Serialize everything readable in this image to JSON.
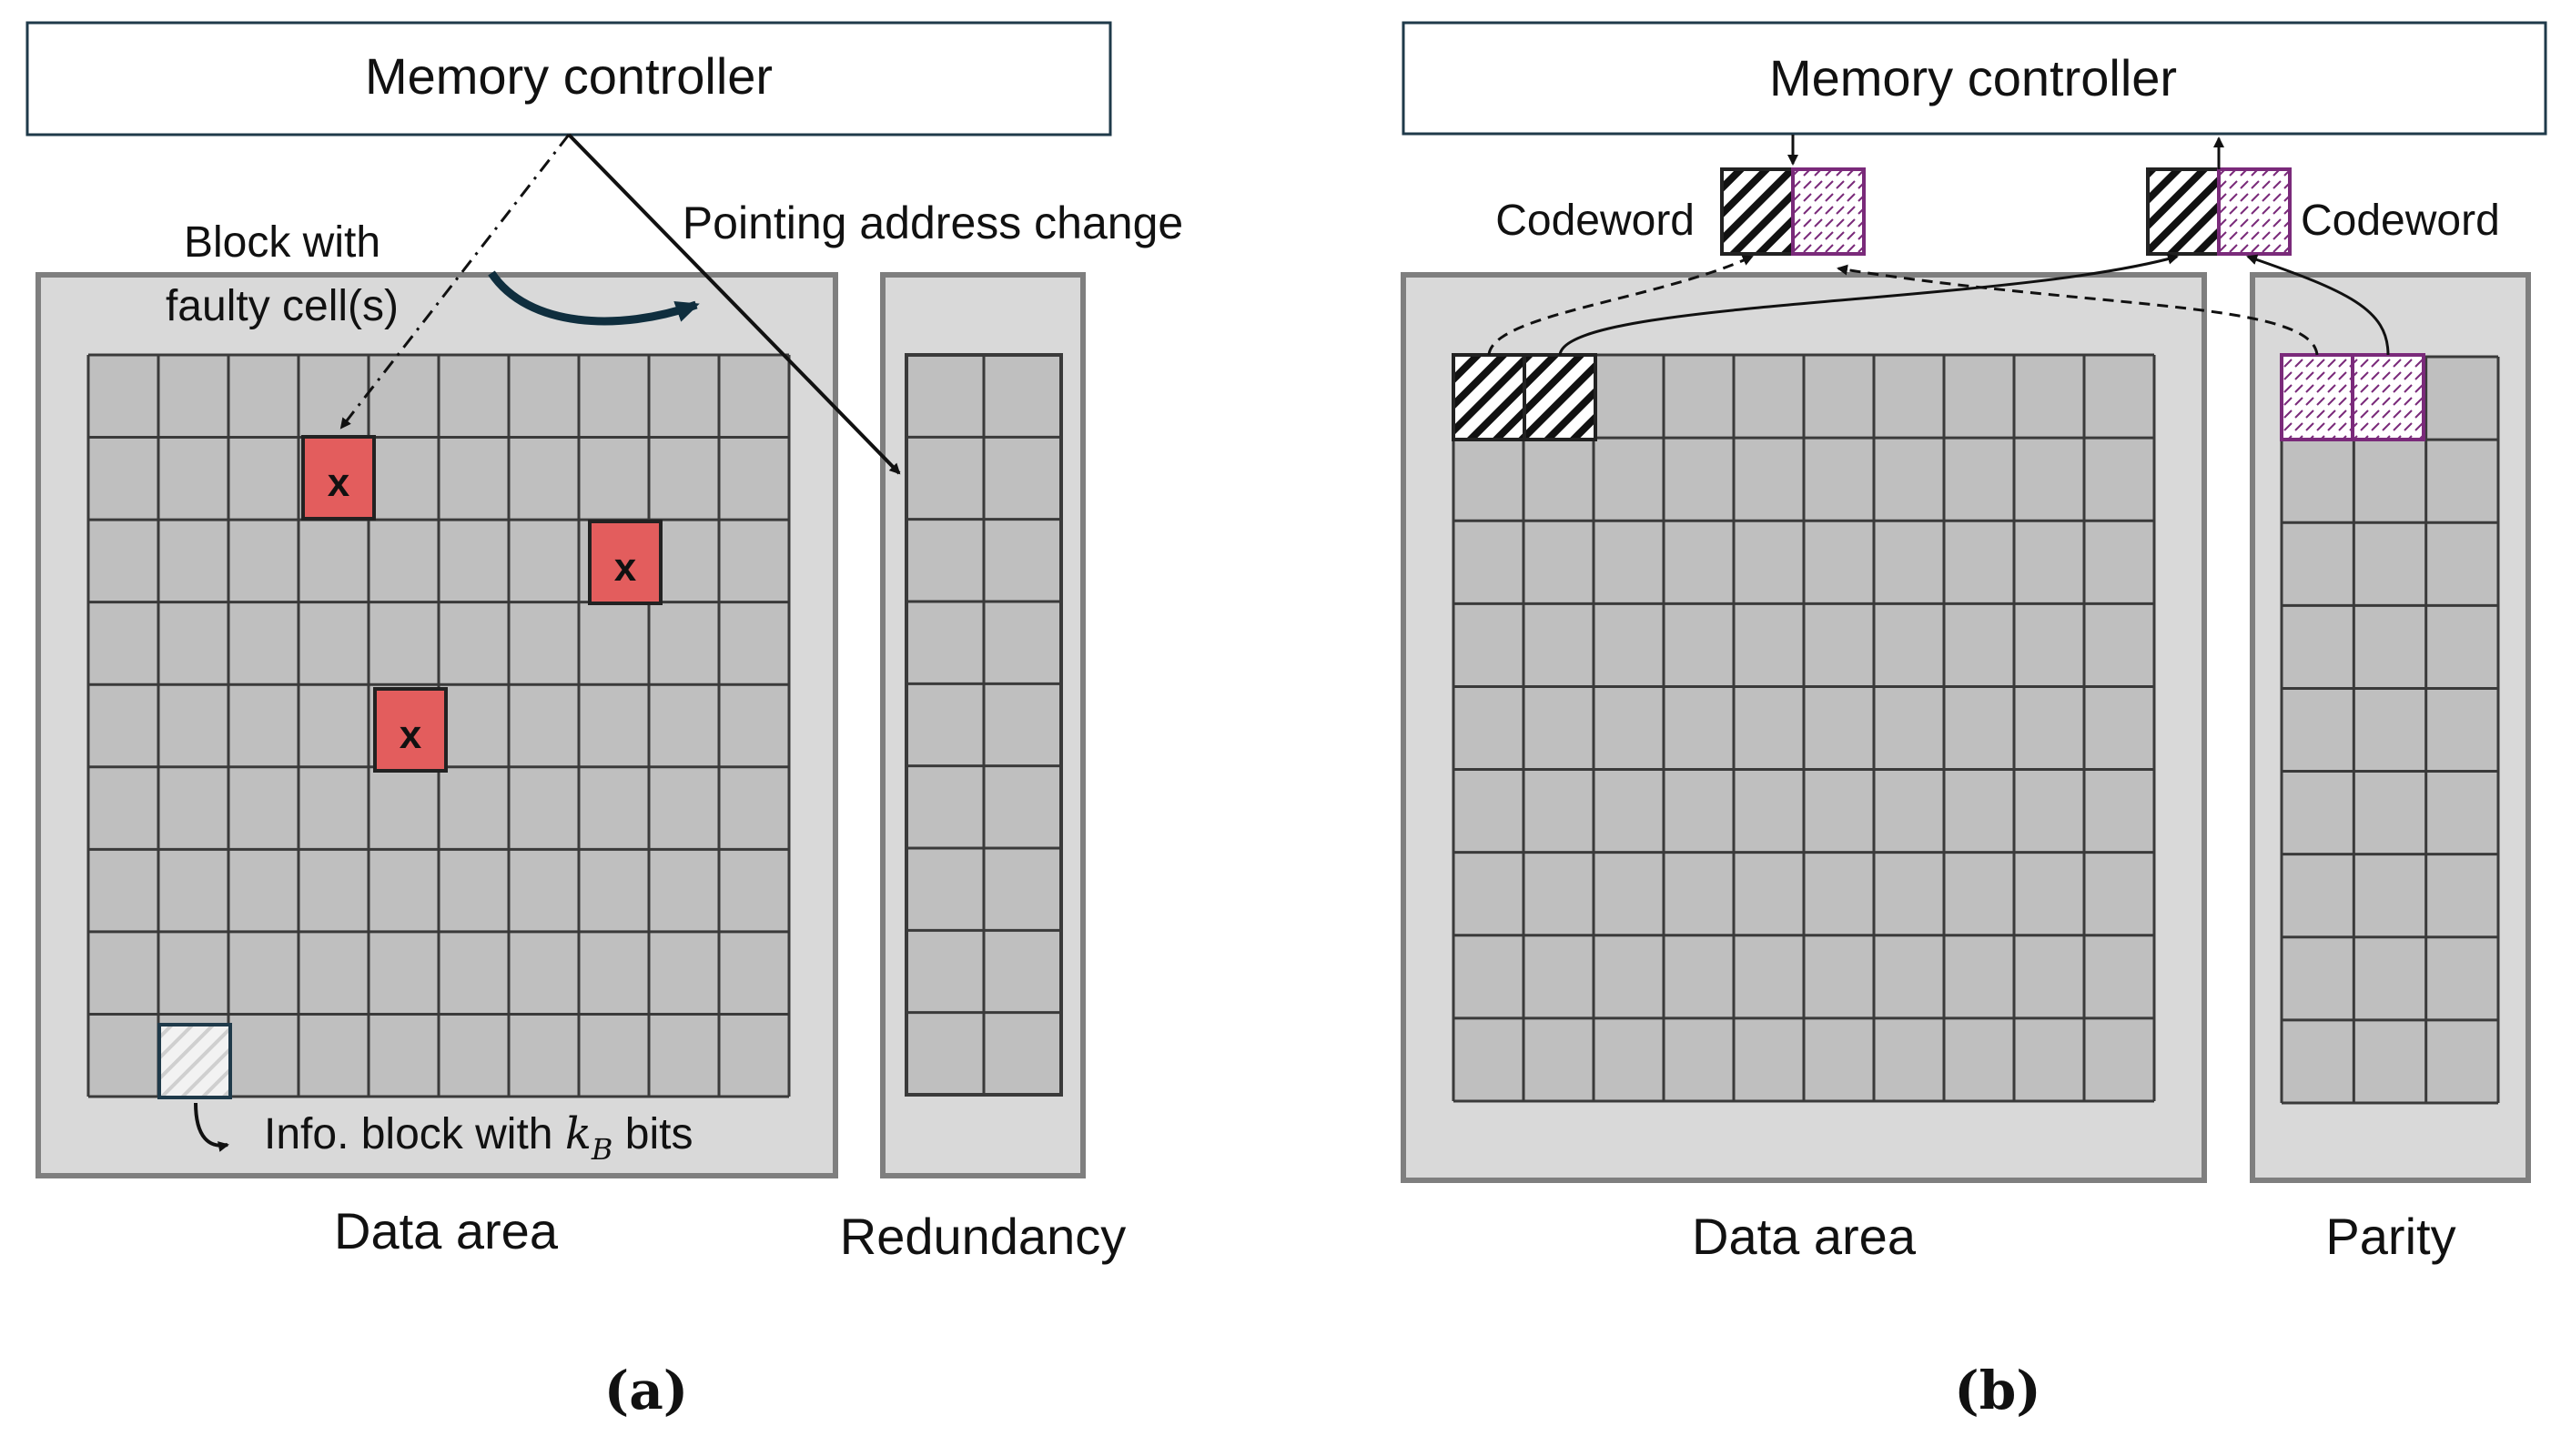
{
  "panel_a": {
    "controller_label": "Memory controller",
    "block_label_line1": "Block with",
    "block_label_line2": "faulty cell(s)",
    "pointing_label": "Pointing address change",
    "fault_mark": "x",
    "info_block_label_prefix": "Info. block with ",
    "info_block_var": "k",
    "info_block_sub": "B",
    "info_block_label_suffix": " bits",
    "data_area_label": "Data area",
    "redundancy_label": "Redundancy",
    "caption": "(a)"
  },
  "panel_b": {
    "controller_label": "Memory controller",
    "codeword_left_label": "Codeword",
    "codeword_right_label": "Codeword",
    "data_area_label": "Data area",
    "parity_label": "Parity",
    "caption": "(b)"
  },
  "colors": {
    "outer_area": "#d9d9d9",
    "grid_fill": "#bfbfbf",
    "grid_line": "#3a3a3a",
    "faulty_cell": "#e35d5d",
    "controller_border": "#1f3a4a",
    "parity_hatch": "#7a2a7a",
    "curved_arrow": "#0f2e3e"
  },
  "icons": {
    "fault": "x-mark",
    "data_hatch": "diagonal-hatch",
    "parity_hatch": "dashed-purple-hatch"
  }
}
